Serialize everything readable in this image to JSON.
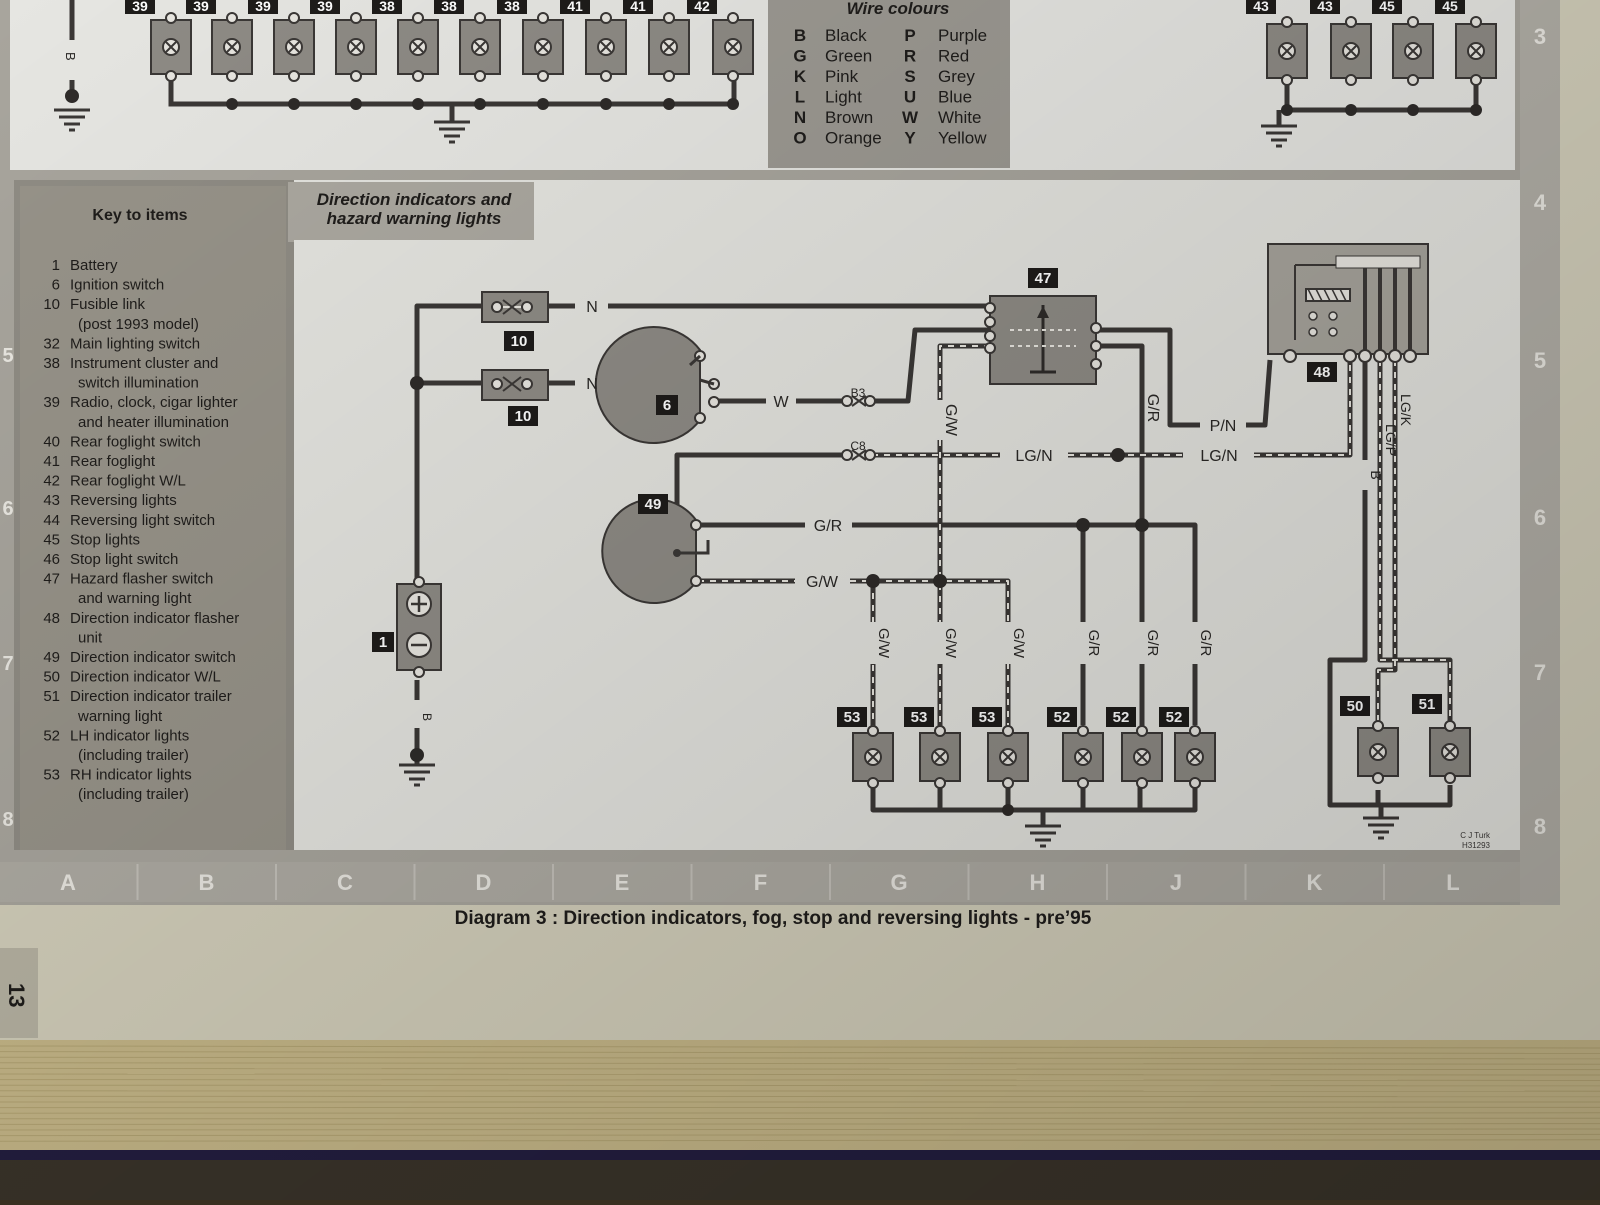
{
  "top_section": {
    "left_item_labels": [
      "39",
      "39",
      "39",
      "39",
      "38",
      "38",
      "38",
      "41",
      "41",
      "42"
    ],
    "right_item_labels": [
      "43",
      "43",
      "45",
      "45"
    ],
    "left_ground_wire": "B"
  },
  "wire_colours": {
    "title": "Wire colours",
    "rows": [
      {
        "code": "B",
        "name": "Black",
        "code2": "P",
        "name2": "Purple"
      },
      {
        "code": "G",
        "name": "Green",
        "code2": "R",
        "name2": "Red"
      },
      {
        "code": "K",
        "name": "Pink",
        "code2": "S",
        "name2": "Grey"
      },
      {
        "code": "L",
        "name": "Light",
        "code2": "U",
        "name2": "Blue"
      },
      {
        "code": "N",
        "name": "Brown",
        "code2": "W",
        "name2": "White"
      },
      {
        "code": "O",
        "name": "Orange",
        "code2": "Y",
        "name2": "Yellow"
      }
    ]
  },
  "key": {
    "title": "Key to items",
    "items": [
      {
        "num": "1",
        "lines": [
          "Battery"
        ]
      },
      {
        "num": "6",
        "lines": [
          "Ignition switch"
        ]
      },
      {
        "num": "10",
        "lines": [
          "Fusible link",
          "(post 1993 model)"
        ]
      },
      {
        "num": "32",
        "lines": [
          "Main lighting switch"
        ]
      },
      {
        "num": "38",
        "lines": [
          "Instrument cluster and",
          "switch illumination"
        ]
      },
      {
        "num": "39",
        "lines": [
          "Radio, clock, cigar lighter",
          "and heater illumination"
        ]
      },
      {
        "num": "40",
        "lines": [
          "Rear foglight switch"
        ]
      },
      {
        "num": "41",
        "lines": [
          "Rear foglight"
        ]
      },
      {
        "num": "42",
        "lines": [
          "Rear foglight W/L"
        ]
      },
      {
        "num": "43",
        "lines": [
          "Reversing lights"
        ]
      },
      {
        "num": "44",
        "lines": [
          "Reversing light switch"
        ]
      },
      {
        "num": "45",
        "lines": [
          "Stop lights"
        ]
      },
      {
        "num": "46",
        "lines": [
          "Stop light switch"
        ]
      },
      {
        "num": "47",
        "lines": [
          "Hazard flasher switch",
          "and warning light"
        ]
      },
      {
        "num": "48",
        "lines": [
          "Direction indicator flasher",
          "unit"
        ]
      },
      {
        "num": "49",
        "lines": [
          "Direction indicator switch"
        ]
      },
      {
        "num": "50",
        "lines": [
          "Direction indicator W/L"
        ]
      },
      {
        "num": "51",
        "lines": [
          "Direction indicator trailer",
          "warning light"
        ]
      },
      {
        "num": "52",
        "lines": [
          "LH indicator lights",
          "(including trailer)"
        ]
      },
      {
        "num": "53",
        "lines": [
          "RH indicator lights",
          "(including trailer)"
        ]
      }
    ]
  },
  "section": {
    "title_line1": "Direction indicators and",
    "title_line2": "hazard warning lights"
  },
  "diagram": {
    "components": {
      "battery": "1",
      "ignition_switch": "6",
      "fuse_upper": "10",
      "fuse_lower": "10",
      "hazard_switch": "47",
      "flasher_unit": "48",
      "indicator_switch": "49",
      "warning_light_50": "50",
      "warning_light_51": "51",
      "lh_lights": [
        "52",
        "52",
        "52"
      ],
      "rh_lights": [
        "53",
        "53",
        "53"
      ]
    },
    "connectors": {
      "b3": "B3",
      "c8": "C8"
    },
    "wires": {
      "n_upper": "N",
      "n_lower": "N",
      "w": "W",
      "gw_vertical": "G/W",
      "gr_vertical": "G/R",
      "pn": "P/N",
      "lgn_left": "LG/N",
      "lgn_right": "LG/N",
      "gr_horizontal": "G/R",
      "gw_horizontal": "G/W",
      "b_right": "B",
      "lgp": "LG/P",
      "lgk": "LG/K",
      "battery_b": "B",
      "drops": [
        "G/W",
        "G/W",
        "G/W",
        "G/R",
        "G/R",
        "G/R"
      ]
    },
    "credit_line1": "C J Turk",
    "credit_line2": "H31293"
  },
  "grid": {
    "columns": [
      "A",
      "B",
      "C",
      "D",
      "E",
      "F",
      "G",
      "H",
      "J",
      "K",
      "L"
    ],
    "rows": [
      "3",
      "4",
      "5",
      "6",
      "7",
      "8"
    ],
    "left_rows": [
      "5",
      "6",
      "7",
      "8"
    ]
  },
  "caption": "Diagram 3 : Direction indicators, fog, stop and reversing lights - pre’95",
  "page_tab": "13",
  "colors": {
    "page": "#d2cdb8",
    "diagram_bg": "#e4e4df",
    "key_panel": "#8f8c84",
    "border": "#a6a39b",
    "component": "#8e8b85",
    "wire": "#3b3836",
    "label_bg": "#1e1c1a"
  }
}
